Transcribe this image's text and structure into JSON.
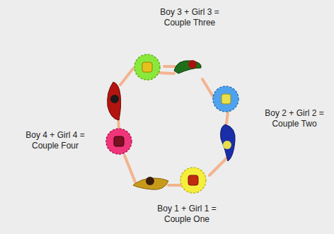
{
  "diagram": {
    "labels": [
      "Boy 3 + Girl 3 = Couple Three",
      "Boy 4 + Girl 4 = Couple Four",
      "Boy 2 + Girl 2 = Couple Two",
      "Boy 1 + Girl 1 = Couple One"
    ]
  }
}
